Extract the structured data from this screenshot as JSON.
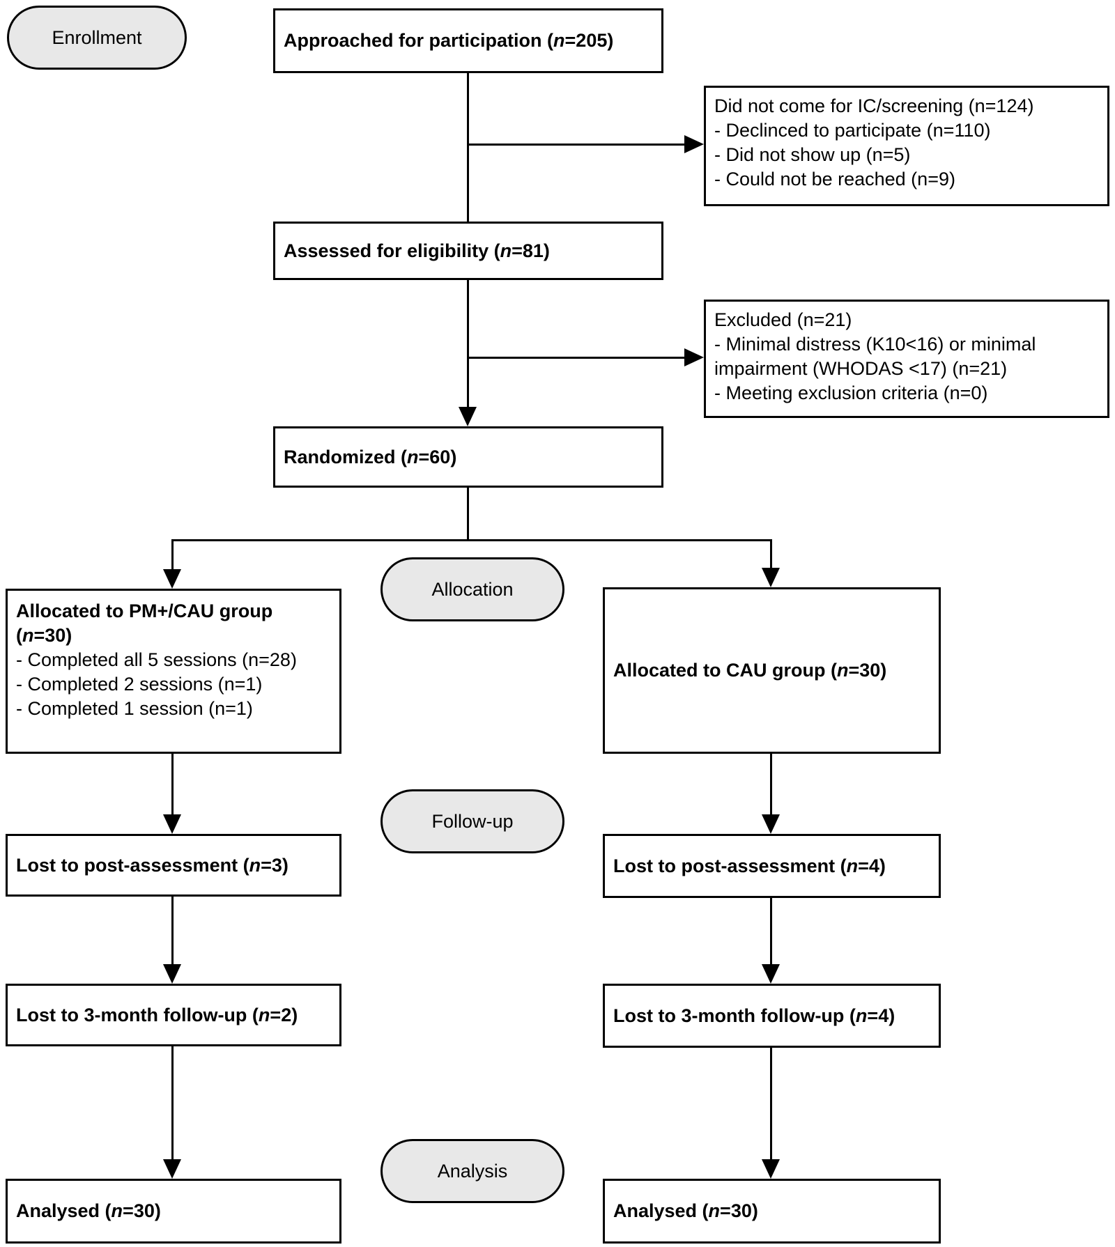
{
  "colors": {
    "box_border": "#000000",
    "pill_fill": "#e8e8e8",
    "text": "#000000",
    "background": "#ffffff"
  },
  "stages": {
    "enrollment": "Enrollment",
    "allocation": "Allocation",
    "followup": "Follow-up",
    "analysis": "Analysis"
  },
  "boxes": {
    "approached": {
      "pre": "Approached for participation (",
      "n": "n",
      "post": "=205)"
    },
    "not_come": {
      "title": "Did not come for IC/screening (n=124)",
      "items": [
        "- Declinced to participate (n=110)",
        "- Did not show up (n=5)",
        "- Could not be reached (n=9)"
      ]
    },
    "assessed": {
      "pre": "Assessed for eligibility (",
      "n": "n",
      "post": "=81)"
    },
    "excluded": {
      "title": "Excluded (n=21)",
      "items": [
        "- Minimal distress (K10<16) or minimal impairment (WHODAS <17) (n=21)",
        "- Meeting exclusion criteria (n=0)"
      ]
    },
    "randomized": {
      "pre": "Randomized (",
      "n": "n",
      "post": "=60)"
    },
    "pm_cau": {
      "title_pre": "Allocated to PM+/CAU group (",
      "n": "n",
      "title_post": "=30)",
      "items": [
        "- Completed all 5 sessions (n=28)",
        "- Completed 2 sessions (n=1)",
        "- Completed 1 session (n=1)"
      ]
    },
    "cau": {
      "pre": "Allocated to CAU group (",
      "n": "n",
      "post": "=30)"
    },
    "lost_post_left": {
      "pre": "Lost to post-assessment (",
      "n": "n",
      "post": "=3)"
    },
    "lost_post_right": {
      "pre": "Lost to post-assessment (",
      "n": "n",
      "post": "=4)"
    },
    "lost_3m_left": {
      "pre": "Lost to 3-month follow-up (",
      "n": "n",
      "post": "=2)"
    },
    "lost_3m_right": {
      "pre": "Lost to 3-month follow-up (",
      "n": "n",
      "post": "=4)"
    },
    "analysed_left": {
      "pre": "Analysed (",
      "n": "n",
      "post": "=30)"
    },
    "analysed_right": {
      "pre": "Analysed (",
      "n": "n",
      "post": "=30)"
    }
  }
}
